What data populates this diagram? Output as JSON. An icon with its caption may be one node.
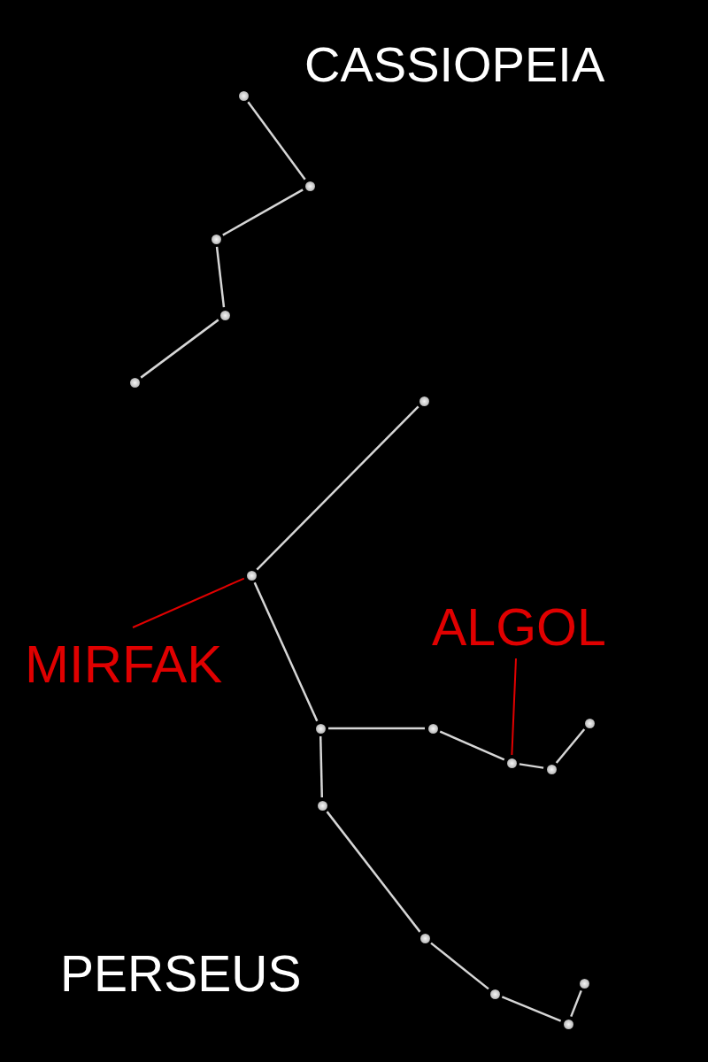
{
  "diagram": {
    "nodes": [
      {
        "text": [],
        "shape": "circle"
      },
      {
        "text": [],
        "shape": "circle"
      },
      {
        "text": [],
        "shape": "circle"
      },
      {
        "text": [],
        "shape": "circle"
      },
      {
        "text": [],
        "shape": "circle"
      },
      {
        "text": [],
        "shape": "circle"
      },
      {
        "text": [],
        "shape": "circle"
      },
      {
        "text": [],
        "shape": "circle"
      },
      {
        "text": [],
        "shape": "circle"
      },
      {
        "text": [],
        "shape": "circle"
      },
      {
        "text": [],
        "shape": "circle"
      },
      {
        "text": [],
        "shape": "circle"
      },
      {
        "text": [],
        "shape": "circle"
      },
      {
        "text": [],
        "shape": "circle"
      },
      {
        "text": [],
        "shape": "circle"
      },
      {
        "text": [],
        "shape": "circle"
      },
      {
        "text": [],
        "shape": "circle"
      },
      {
        "text": [
          "MIRFAK"
        ]
      },
      {
        "text": [
          "ALGOL"
        ]
      }
    ],
    "edges": [
      {
        "from": 0,
        "to": 1,
        "arrow": "none"
      },
      {
        "from": 1,
        "to": 2,
        "arrow": "none"
      },
      {
        "from": 2,
        "to": 3,
        "arrow": "none"
      },
      {
        "from": 3,
        "to": 4,
        "arrow": "none"
      },
      {
        "from": 5,
        "to": 6,
        "arrow": "none"
      },
      {
        "from": 6,
        "to": 7,
        "arrow": "none"
      },
      {
        "from": 7,
        "to": 8,
        "arrow": "none"
      },
      {
        "from": 8,
        "to": 9,
        "arrow": "none"
      },
      {
        "from": 9,
        "to": 10,
        "arrow": "none"
      },
      {
        "from": 10,
        "to": 11,
        "arrow": "none"
      },
      {
        "from": 7,
        "to": 12,
        "arrow": "none"
      },
      {
        "from": 12,
        "to": 13,
        "arrow": "none"
      },
      {
        "from": 13,
        "to": 14,
        "arrow": "none"
      },
      {
        "from": 14,
        "to": 15,
        "arrow": "none"
      },
      {
        "from": 15,
        "to": 16,
        "arrow": "none"
      },
      {
        "from": 17,
        "to": 6,
        "arrow": "none",
        "color": "#e00000"
      },
      {
        "from": 18,
        "to": 9,
        "arrow": "none",
        "color": "#e00000"
      }
    ],
    "labels": [
      "CASSIOPEIA",
      "PERSEUS"
    ]
  }
}
